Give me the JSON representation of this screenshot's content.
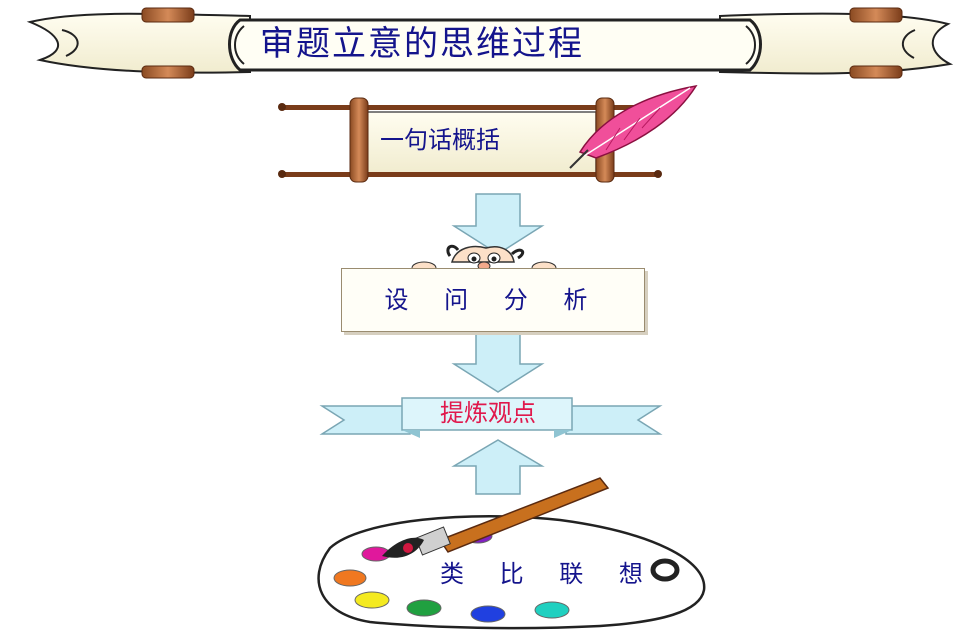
{
  "title": "审题立意的思维过程",
  "steps": {
    "summarize": "一句话概括",
    "analyze": "设 问 分 析",
    "extract": "提炼观点",
    "associate": "类 比 联 想"
  },
  "colors": {
    "title_text": "#14148c",
    "extract_text": "#e0184c",
    "arrow_fill": "#cdeff8",
    "parchment": "#fbf7df",
    "quill": "#f04f9a"
  },
  "icons": [
    "scroll-icon",
    "quill-icon",
    "peeking-face-icon",
    "ribbon-banner-icon",
    "paint-palette-icon",
    "paintbrush-icon"
  ]
}
